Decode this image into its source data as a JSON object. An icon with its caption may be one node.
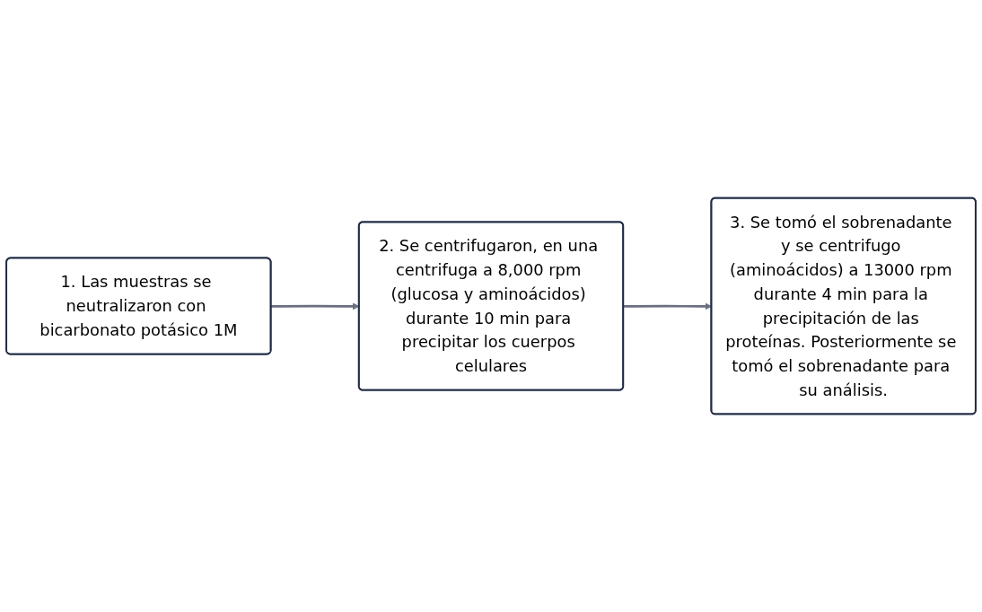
{
  "diagram": {
    "nodes": [
      {
        "text": [
          "1. Las muestras se neutralizaron con bicarbonato potásico 1M"
        ]
      },
      {
        "text": [
          "2. Se centrifugaron, en una centrifuga a 8,000 rpm (glucosa y aminoácidos) durante 10 min para precipitar los cuerpos celulares"
        ]
      },
      {
        "text": [
          "3. Se tomó el sobrenadante y se centrifugo (aminoácidos) a 13000 rpm durante 4 min para la precipitación de las proteínas. Posteriormente se tomó el sobrenadante para su análisis."
        ]
      }
    ],
    "edges": [
      {
        "from": 0,
        "to": 1,
        "arrow": "to"
      },
      {
        "from": 1,
        "to": 2,
        "arrow": "to"
      }
    ]
  }
}
